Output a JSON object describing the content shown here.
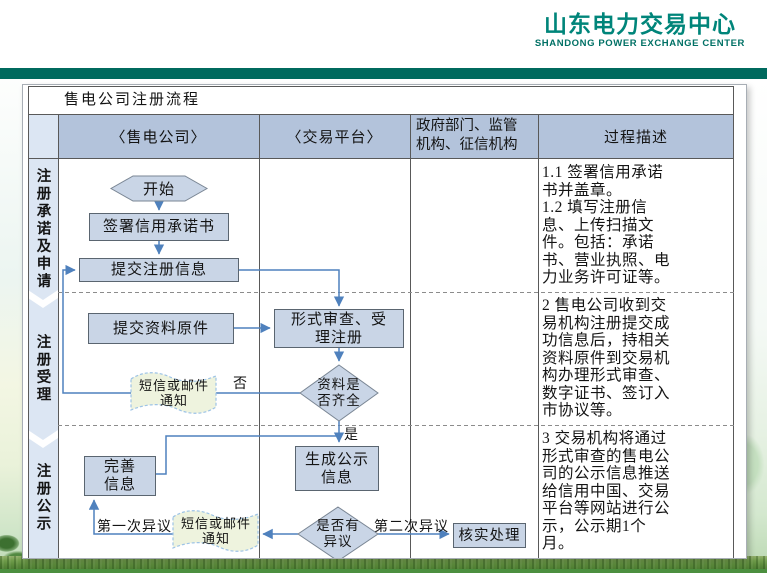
{
  "brand": {
    "name": "山东电力交易中心",
    "subtitle": "SHANDONG POWER EXCHANGE CENTER"
  },
  "slide": {
    "title": "售电公司注册流程"
  },
  "header": {
    "col_company": "〈售电公司〉",
    "col_platform": "〈交易平台〉",
    "col_gov": "政府部门、监管\n机构、征信机构",
    "col_desc": "过程描述"
  },
  "stages": [
    {
      "label": "注册承诺及申请"
    },
    {
      "label": "注册受理"
    },
    {
      "label": "注册公示"
    }
  ],
  "nodes": {
    "start": "开始",
    "sign_letter": "签署信用承诺书",
    "submit_info": "提交注册信息",
    "submit_docs": "提交资料原件",
    "formal_review": "形式审查、受理注册",
    "check_complete": "资料是否齐全",
    "notify_sms_1": "短信或邮件通知",
    "improve_info": "完善信息",
    "publish_info": "生成公示信息",
    "any_objection": "是否有异议",
    "notify_sms_2": "短信或邮件通知",
    "verify_handle": "核实处理"
  },
  "edge_labels": {
    "no": "否",
    "yes": "是",
    "first_objection": "第一次异议",
    "second_objection": "第二次异议"
  },
  "descriptions": [
    {
      "text": "1.1 签署信用承诺书并盖章。\n1.2 填写注册信息、上传扫描文件。包括：承诺书、营业执照、电力业务许可证等。"
    },
    {
      "text": "2 售电公司收到交易机构注册提交成功信息后，持相关资料原件到交易机构办理形式审查、数字证书、签订入市协议等。"
    },
    {
      "text": "3 交易机构将通过形式审查的售电公司的公示信息推送给信用中国、交易平台等网站进行公示，公示期1个月。"
    }
  ],
  "colors": {
    "teal_bar": "#006a5e",
    "logo_teal": "#00857a",
    "header_fill": "#b3c3db",
    "stage_fill": "#dce6f3",
    "node_fill": "#c9d5e6",
    "wavy_fill": "#eef3de",
    "connector_blue": "#4f81bd",
    "grass_green": "#5b8a3b"
  }
}
